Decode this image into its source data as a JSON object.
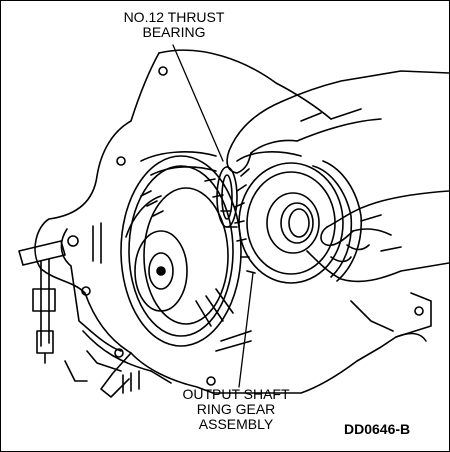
{
  "callouts": {
    "thrust_bearing": [
      "NO.12 THRUST",
      "BEARING"
    ],
    "output_shaft": [
      "OUTPUT SHAFT",
      "RING GEAR",
      "ASSEMBLY"
    ]
  },
  "figure_code": "DD0646-B",
  "icons": [
    "transmission-case-icon",
    "hand-icon",
    "ring-gear-icon",
    "thrust-bearing-icon",
    "gear-clusters-icon"
  ],
  "colors": {
    "line": "#000000",
    "background": "#ffffff"
  }
}
